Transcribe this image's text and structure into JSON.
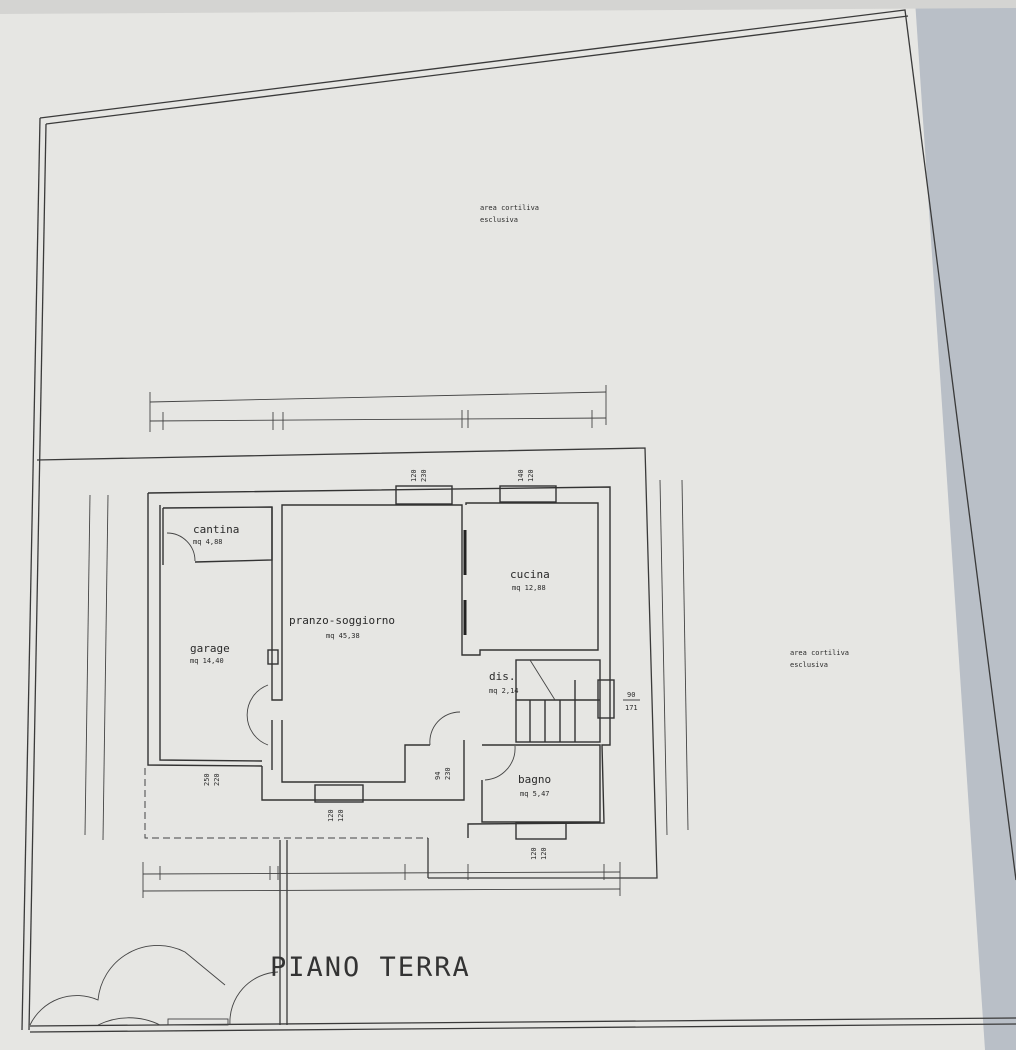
{
  "drawing": {
    "title": "PIANO TERRA",
    "courtyard_top": {
      "line1": "area cortiliva",
      "line2": "esclusiva"
    },
    "courtyard_right": {
      "line1": "area cortiliva",
      "line2": "esclusiva"
    },
    "rooms": [
      {
        "name": "cantina",
        "area": "mq 4,88"
      },
      {
        "name": "garage",
        "area": "mq 14,40"
      },
      {
        "name": "pranzo-soggiorno",
        "area": "mq 45,38"
      },
      {
        "name": "cucina",
        "area": "mq 12,88"
      },
      {
        "name": "dis.",
        "area": "mq 2,14"
      },
      {
        "name": "bagno",
        "area": "mq 5,47"
      }
    ],
    "openings": [
      {
        "top": "120",
        "bottom": "230"
      },
      {
        "top": "140",
        "bottom": "120"
      },
      {
        "top": "90",
        "bottom": "171"
      },
      {
        "top": "250",
        "bottom": "220"
      },
      {
        "top": "94",
        "bottom": "230"
      },
      {
        "top": "120",
        "bottom": "120"
      },
      {
        "top": "120",
        "bottom": "120"
      }
    ]
  }
}
